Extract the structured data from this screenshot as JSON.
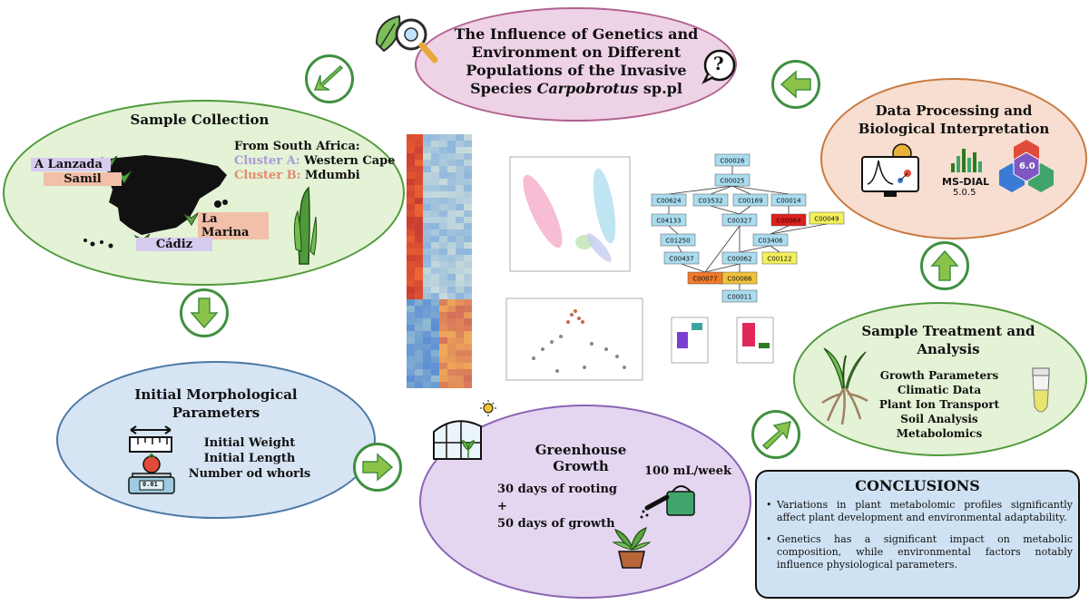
{
  "title": {
    "line1": "The Influence of Genetics and",
    "line2": "Environment on Different",
    "line3": "Populations of the Invasive",
    "line4_pre": "Species ",
    "line4_italic": "Carpobrotus",
    "line4_post": " sp.pl",
    "question_mark": "?"
  },
  "sample_collection": {
    "title": "Sample Collection",
    "from": "From South Africa:",
    "cluster_a_label": "Cluster A:",
    "cluster_a_value": "Western Cape",
    "cluster_b_label": "Cluster B:",
    "cluster_b_value": "Mdumbi",
    "sites": [
      "A Lanzada",
      "Samil",
      "La Marina",
      "Cádiz"
    ]
  },
  "initial_morphological": {
    "title_line1": "Initial Morphological",
    "title_line2": "Parameters",
    "items": [
      "Initial Weight",
      "Initial Length",
      "Number od whorls"
    ],
    "scale_readout": "0.01"
  },
  "greenhouse": {
    "title": "Greenhouse Growth",
    "rooting": "30 days of rooting",
    "plus": "+",
    "growth": "50 days of growth",
    "watering": "100 mL/week"
  },
  "sample_treatment": {
    "title_line1": "Sample Treatment and",
    "title_line2": "Analysis",
    "items": [
      "Growth Parameters",
      "Climatic Data",
      "Plant Ion Transport",
      "Soil Analysis",
      "Metabolomics"
    ]
  },
  "data_processing": {
    "title_line1": "Data Processing and",
    "title_line2": "Biological Interpretation",
    "software": "MS-DIAL",
    "version": "5.0.5",
    "hex_version": "6.0"
  },
  "conclusions": {
    "title": "CONCLUSIONS",
    "bullets": [
      "Variations in plant metabolomic profiles significantly affect plant development and environmental adaptability.",
      "Genetics has a significant impact on metabolic composition, while environmental factors notably influence physiological parameters."
    ]
  },
  "pathway": {
    "nodes": [
      "C00026",
      "C00025",
      "C00624",
      "C03532",
      "C00169",
      "C00014",
      "C04133",
      "C00327",
      "C00064",
      "C00049",
      "C01250",
      "C03406",
      "C00437",
      "C00062",
      "C00122",
      "C00077",
      "C00086",
      "C00011"
    ]
  },
  "colors": {
    "title_ellipse": "#eed2e6",
    "sample_collection": "#e4f2d6",
    "initial_morph": "#d6e4f3",
    "greenhouse": "#e4d6f0",
    "sample_treatment": "#e4f2d6",
    "data_processing": "#f7ded0",
    "conclusions_bg": "#cfe2f3",
    "arrow_green": "#3f8f3f",
    "cluster_a": "#a99ad8",
    "cluster_b": "#e58a6c"
  }
}
